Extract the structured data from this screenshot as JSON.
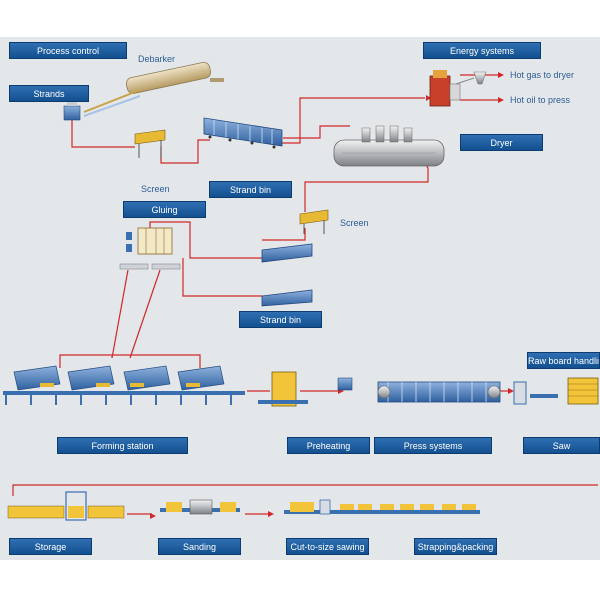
{
  "labels": {
    "process_control": "Process control",
    "debarker": "Debarker",
    "strands": "Strands",
    "energy_systems": "Energy systems",
    "hot_gas": "Hot gas to dryer",
    "hot_oil": "Hot oil to press",
    "dryer": "Dryer",
    "screen_1": "Screen",
    "strand_bin_1": "Strand bin",
    "gluing": "Gluing",
    "screen_2": "Screen",
    "strand_bin_2": "Strand bin",
    "raw_board_handling": "Raw board handling",
    "forming_station": "Forming station",
    "preheating": "Preheating",
    "press_systems": "Press systems",
    "saw": "Saw",
    "storage": "Storage",
    "sanding": "Sanding",
    "cut_to_size": "Cut-to-size sawing",
    "strapping": "Strapping&packing"
  },
  "colors": {
    "label_blue": "#1a5a9c",
    "flow_red": "#d0282a",
    "machine_blue": "#3a6fb0",
    "board_yellow": "#f2c43a"
  }
}
